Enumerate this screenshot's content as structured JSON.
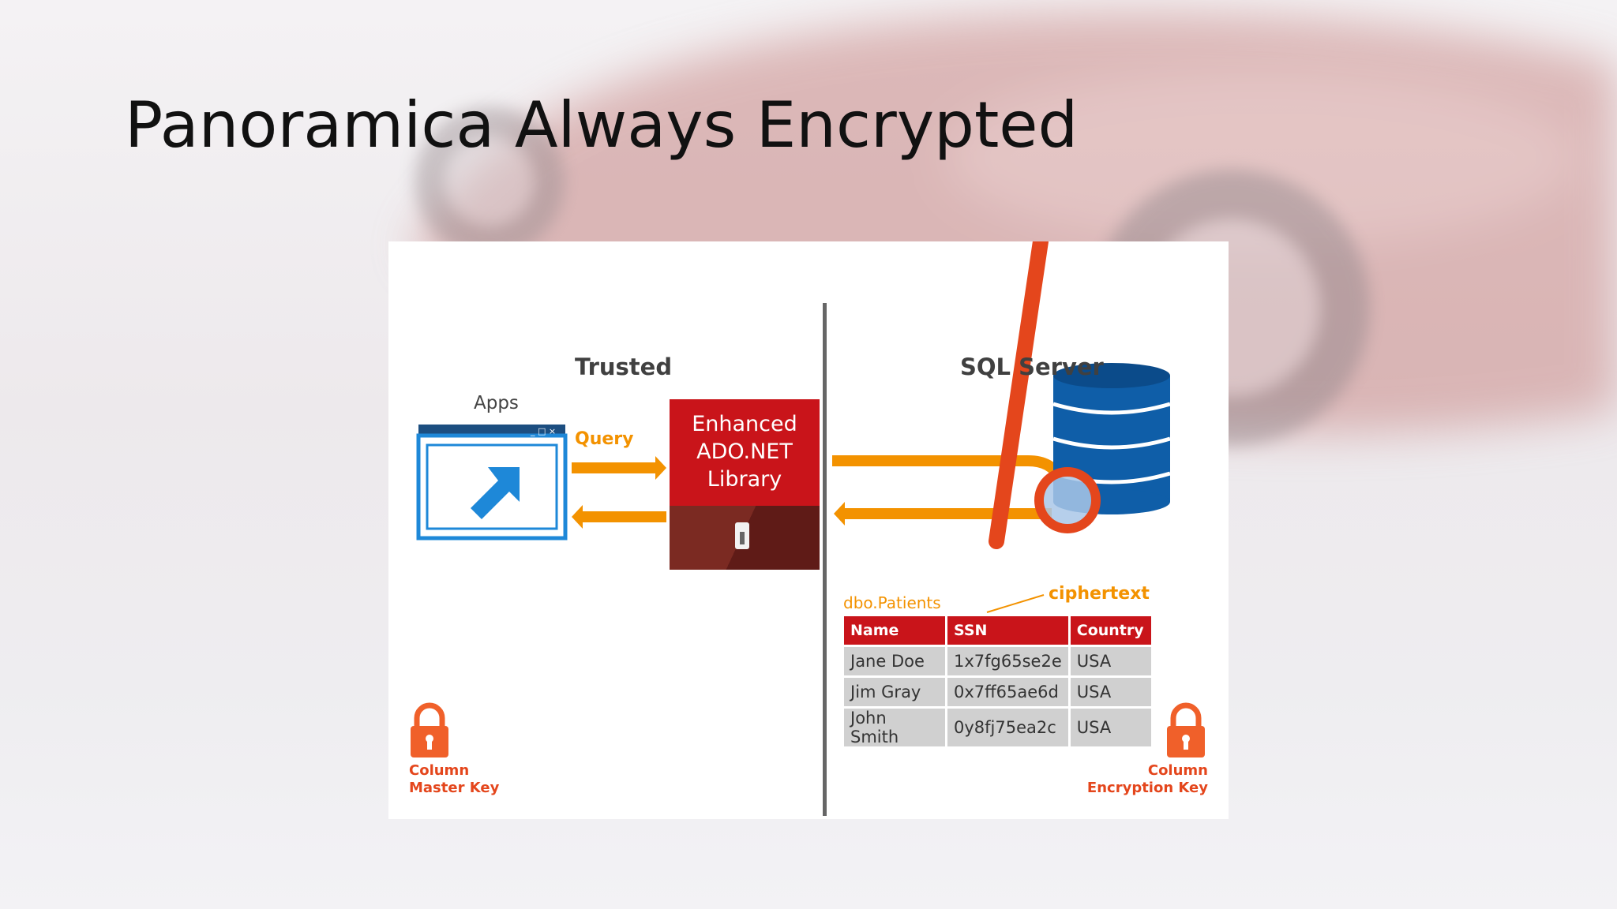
{
  "slide": {
    "title": "Panoramica Always Encrypted"
  },
  "diagram": {
    "trusted_heading": "Trusted",
    "server_heading": "SQL Server",
    "apps_label": "Apps",
    "query_label": "Query",
    "library_label": "Enhanced ADO.NET Library",
    "table_name": "dbo.Patients",
    "ciphertext_label": "ciphertext",
    "table": {
      "headers": [
        "Name",
        "SSN",
        "Country"
      ],
      "rows": [
        [
          "Jane Doe",
          "1x7fg65se2e",
          "USA"
        ],
        [
          "Jim Gray",
          "0x7ff65ae6d",
          "USA"
        ],
        [
          "John Smith",
          "0y8fj75ea2c",
          "USA"
        ]
      ]
    },
    "master_key_label": [
      "Column",
      "Master Key"
    ],
    "encryption_key_label": [
      "Column",
      "Encryption Key"
    ]
  },
  "colors": {
    "red": "#c9141a",
    "orange": "#f39200",
    "blue": "#1e73be",
    "db_blue": "#0f5ea8",
    "key_orange": "#e4461c"
  },
  "icons": [
    "app-window-icon",
    "arrow-icon",
    "database-icon",
    "magnifier-icon",
    "padlock-icon"
  ]
}
